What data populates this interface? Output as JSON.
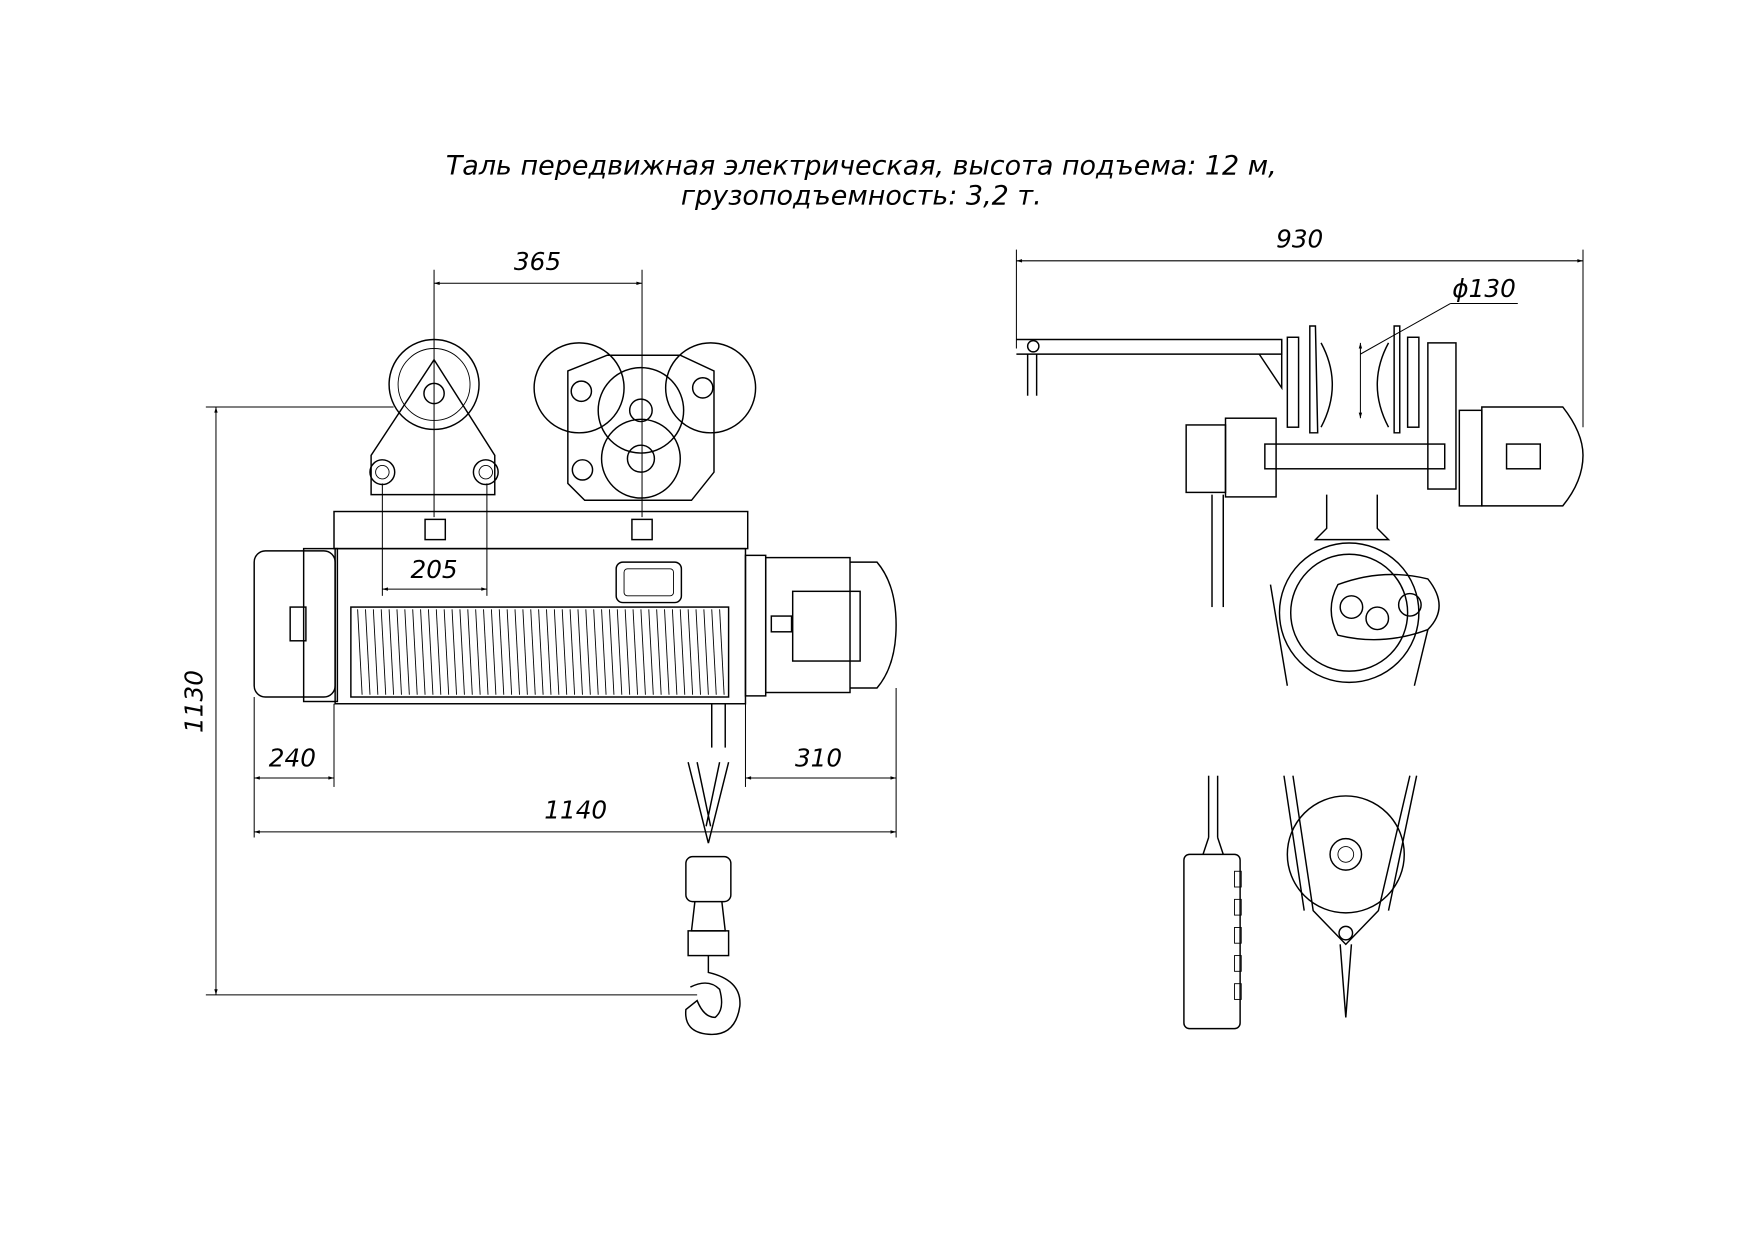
{
  "title": {
    "line1": "Таль передвижная электрическая, высота подъема: 12 м,",
    "line2": "грузоподъемность: 3,2 т."
  },
  "dimensions": {
    "wheel_spacing": "365",
    "bolt_spacing": "205",
    "height": "1130",
    "left_overhang": "240",
    "right_overhang": "310",
    "total_length": "1140",
    "side_width": "930",
    "wheel_diameter": "ϕ130"
  },
  "colors": {
    "line": "#000000",
    "background": "#ffffff"
  }
}
